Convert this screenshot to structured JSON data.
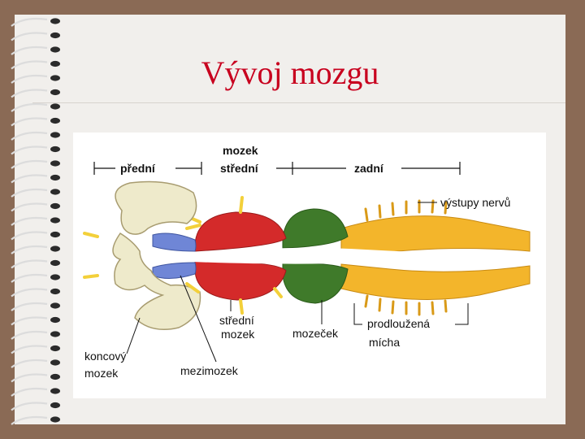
{
  "slide": {
    "title": "Vývoj mozgu"
  },
  "diagram": {
    "header_top": "mozek",
    "section_front": "přední",
    "section_middle": "střední",
    "section_back": "zadní",
    "label_nerves": "výstupy nervů",
    "label_midbrain_1": "střední",
    "label_midbrain_2": "mozek",
    "label_cerebellum": "mozeček",
    "label_medulla_1": "prodloužená",
    "label_medulla_2": "mícha",
    "label_endbrain_1": "koncový",
    "label_endbrain_2": "mozek",
    "label_diencephalon": "mezimozek"
  },
  "colors": {
    "forebrain": "#eeeacb",
    "diencephalon": "#6f86d6",
    "midbrain": "#d42a2a",
    "cerebellum": "#3f7a2a",
    "medulla": "#f3b52b",
    "title": "#c8001e"
  }
}
